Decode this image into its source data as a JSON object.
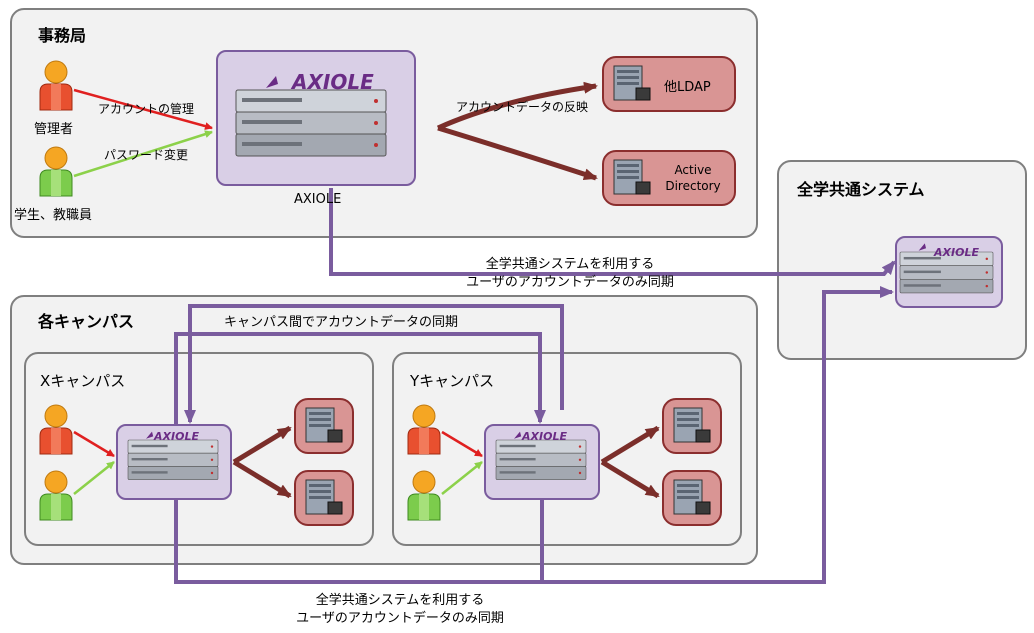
{
  "office": {
    "title": "事務局",
    "admin_label": "管理者",
    "users_label": "学生、教職員",
    "account_mgmt_label": "アカウントの管理",
    "password_change_label": "パスワード変更",
    "server_label": "AXIOLE",
    "reflect_label": "アカウントデータの反映",
    "ldap_label": "他LDAP",
    "ad_line1": "Active",
    "ad_line2": "Directory"
  },
  "common": {
    "title": "全学共通システム",
    "sync_top_line1": "全学共通システムを利用する",
    "sync_top_line2": "ユーザのアカウントデータのみ同期",
    "sync_bottom_line1": "全学共通システムを利用する",
    "sync_bottom_line2": "ユーザのアカウントデータのみ同期"
  },
  "campuses": {
    "title": "各キャンパス",
    "sync_label": "キャンパス間でアカウントデータの同期",
    "x_title": "Xキャンパス",
    "y_title": "Yキャンパス"
  },
  "brand": {
    "logo_text": "AXIOLE"
  },
  "colors": {
    "purple": "#7a5c9e",
    "dark_red_arrow": "#7b2e2a",
    "red_arrow": "#e02020",
    "green_arrow": "#8cd14a",
    "admin_body": "#e8502f",
    "user_body": "#7ccc4c",
    "head": "#f5a623",
    "panel_bg": "#f2f2f2",
    "server_box": "#d9cfe6",
    "ldap_box": "#d99594"
  }
}
